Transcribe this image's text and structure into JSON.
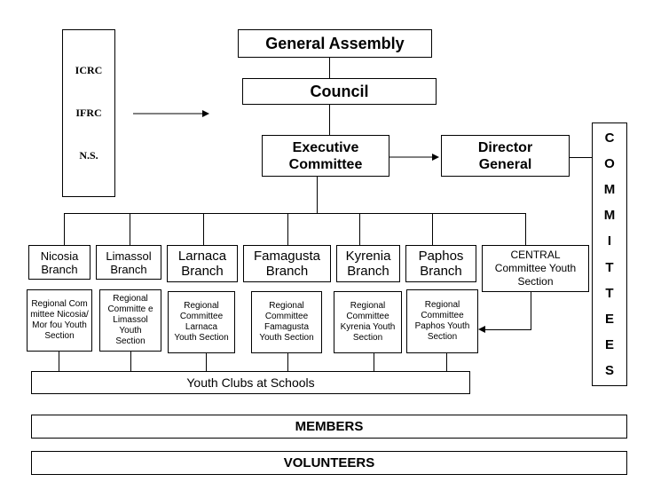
{
  "top": {
    "general_assembly": "General Assembly",
    "council": "Council",
    "executive_committee": "Executive Committee",
    "director_general": "Director General"
  },
  "external": {
    "icrc": "ICRC",
    "ifrc": "IFRC",
    "ns": "N.S."
  },
  "committees_letters": [
    "C",
    "O",
    "M",
    "M",
    "I",
    "T",
    "T",
    "E",
    "E",
    "S"
  ],
  "branches": [
    {
      "id": "nicosia",
      "label": "Nicosia Branch",
      "regional": "Regional Committee Nicosia/Mor fou Youth Section"
    },
    {
      "id": "limassol",
      "label": "Limassol Branch",
      "regional": "Regional Committe e Limassol Youth Section"
    },
    {
      "id": "larnaca",
      "label": "Larnaca Branch",
      "regional": "Regional Committee Larnaca Youth Section"
    },
    {
      "id": "famagusta",
      "label": "Famagusta Branch",
      "regional": "Regional Committee Famagusta Youth Section"
    },
    {
      "id": "kyrenia",
      "label": "Kyrenia Branch",
      "regional": "Regional Committee Kyrenia Youth Section"
    },
    {
      "id": "paphos",
      "label": "Paphos Branch",
      "regional": "Regional Committee Paphos Youth Section"
    }
  ],
  "central": "CENTRAL Committee Youth Section",
  "youth_clubs": "Youth Clubs at Schools",
  "members": "MEMBERS",
  "volunteers": "VOLUNTEERS"
}
